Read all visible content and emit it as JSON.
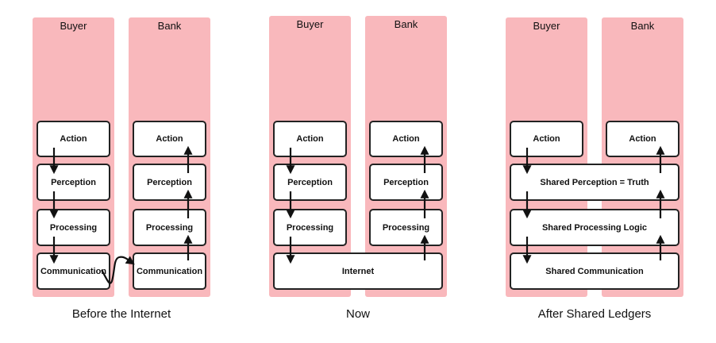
{
  "diagrams": [
    {
      "caption": "Before the Internet",
      "lanes": [
        "Buyer",
        "Bank"
      ],
      "buyer_boxes": [
        "Action",
        "Perception",
        "Processing",
        "Communication"
      ],
      "bank_boxes": [
        "Action",
        "Perception",
        "Processing",
        "Communication"
      ]
    },
    {
      "caption": "Now",
      "lanes": [
        "Buyer",
        "Bank"
      ],
      "buyer_boxes": [
        "Action",
        "Perception",
        "Processing"
      ],
      "bank_boxes": [
        "Action",
        "Perception",
        "Processing"
      ],
      "shared_boxes": [
        "Internet"
      ]
    },
    {
      "caption": "After Shared Ledgers",
      "lanes": [
        "Buyer",
        "Bank"
      ],
      "buyer_boxes": [
        "Action"
      ],
      "bank_boxes": [
        "Action"
      ],
      "shared_boxes": [
        "Shared Perception = Truth",
        "Shared Processing Logic",
        "Shared Communication"
      ]
    }
  ],
  "colors": {
    "lane_fill": "#f9b8bc",
    "box_border": "#222222",
    "arrow": "#111111"
  }
}
